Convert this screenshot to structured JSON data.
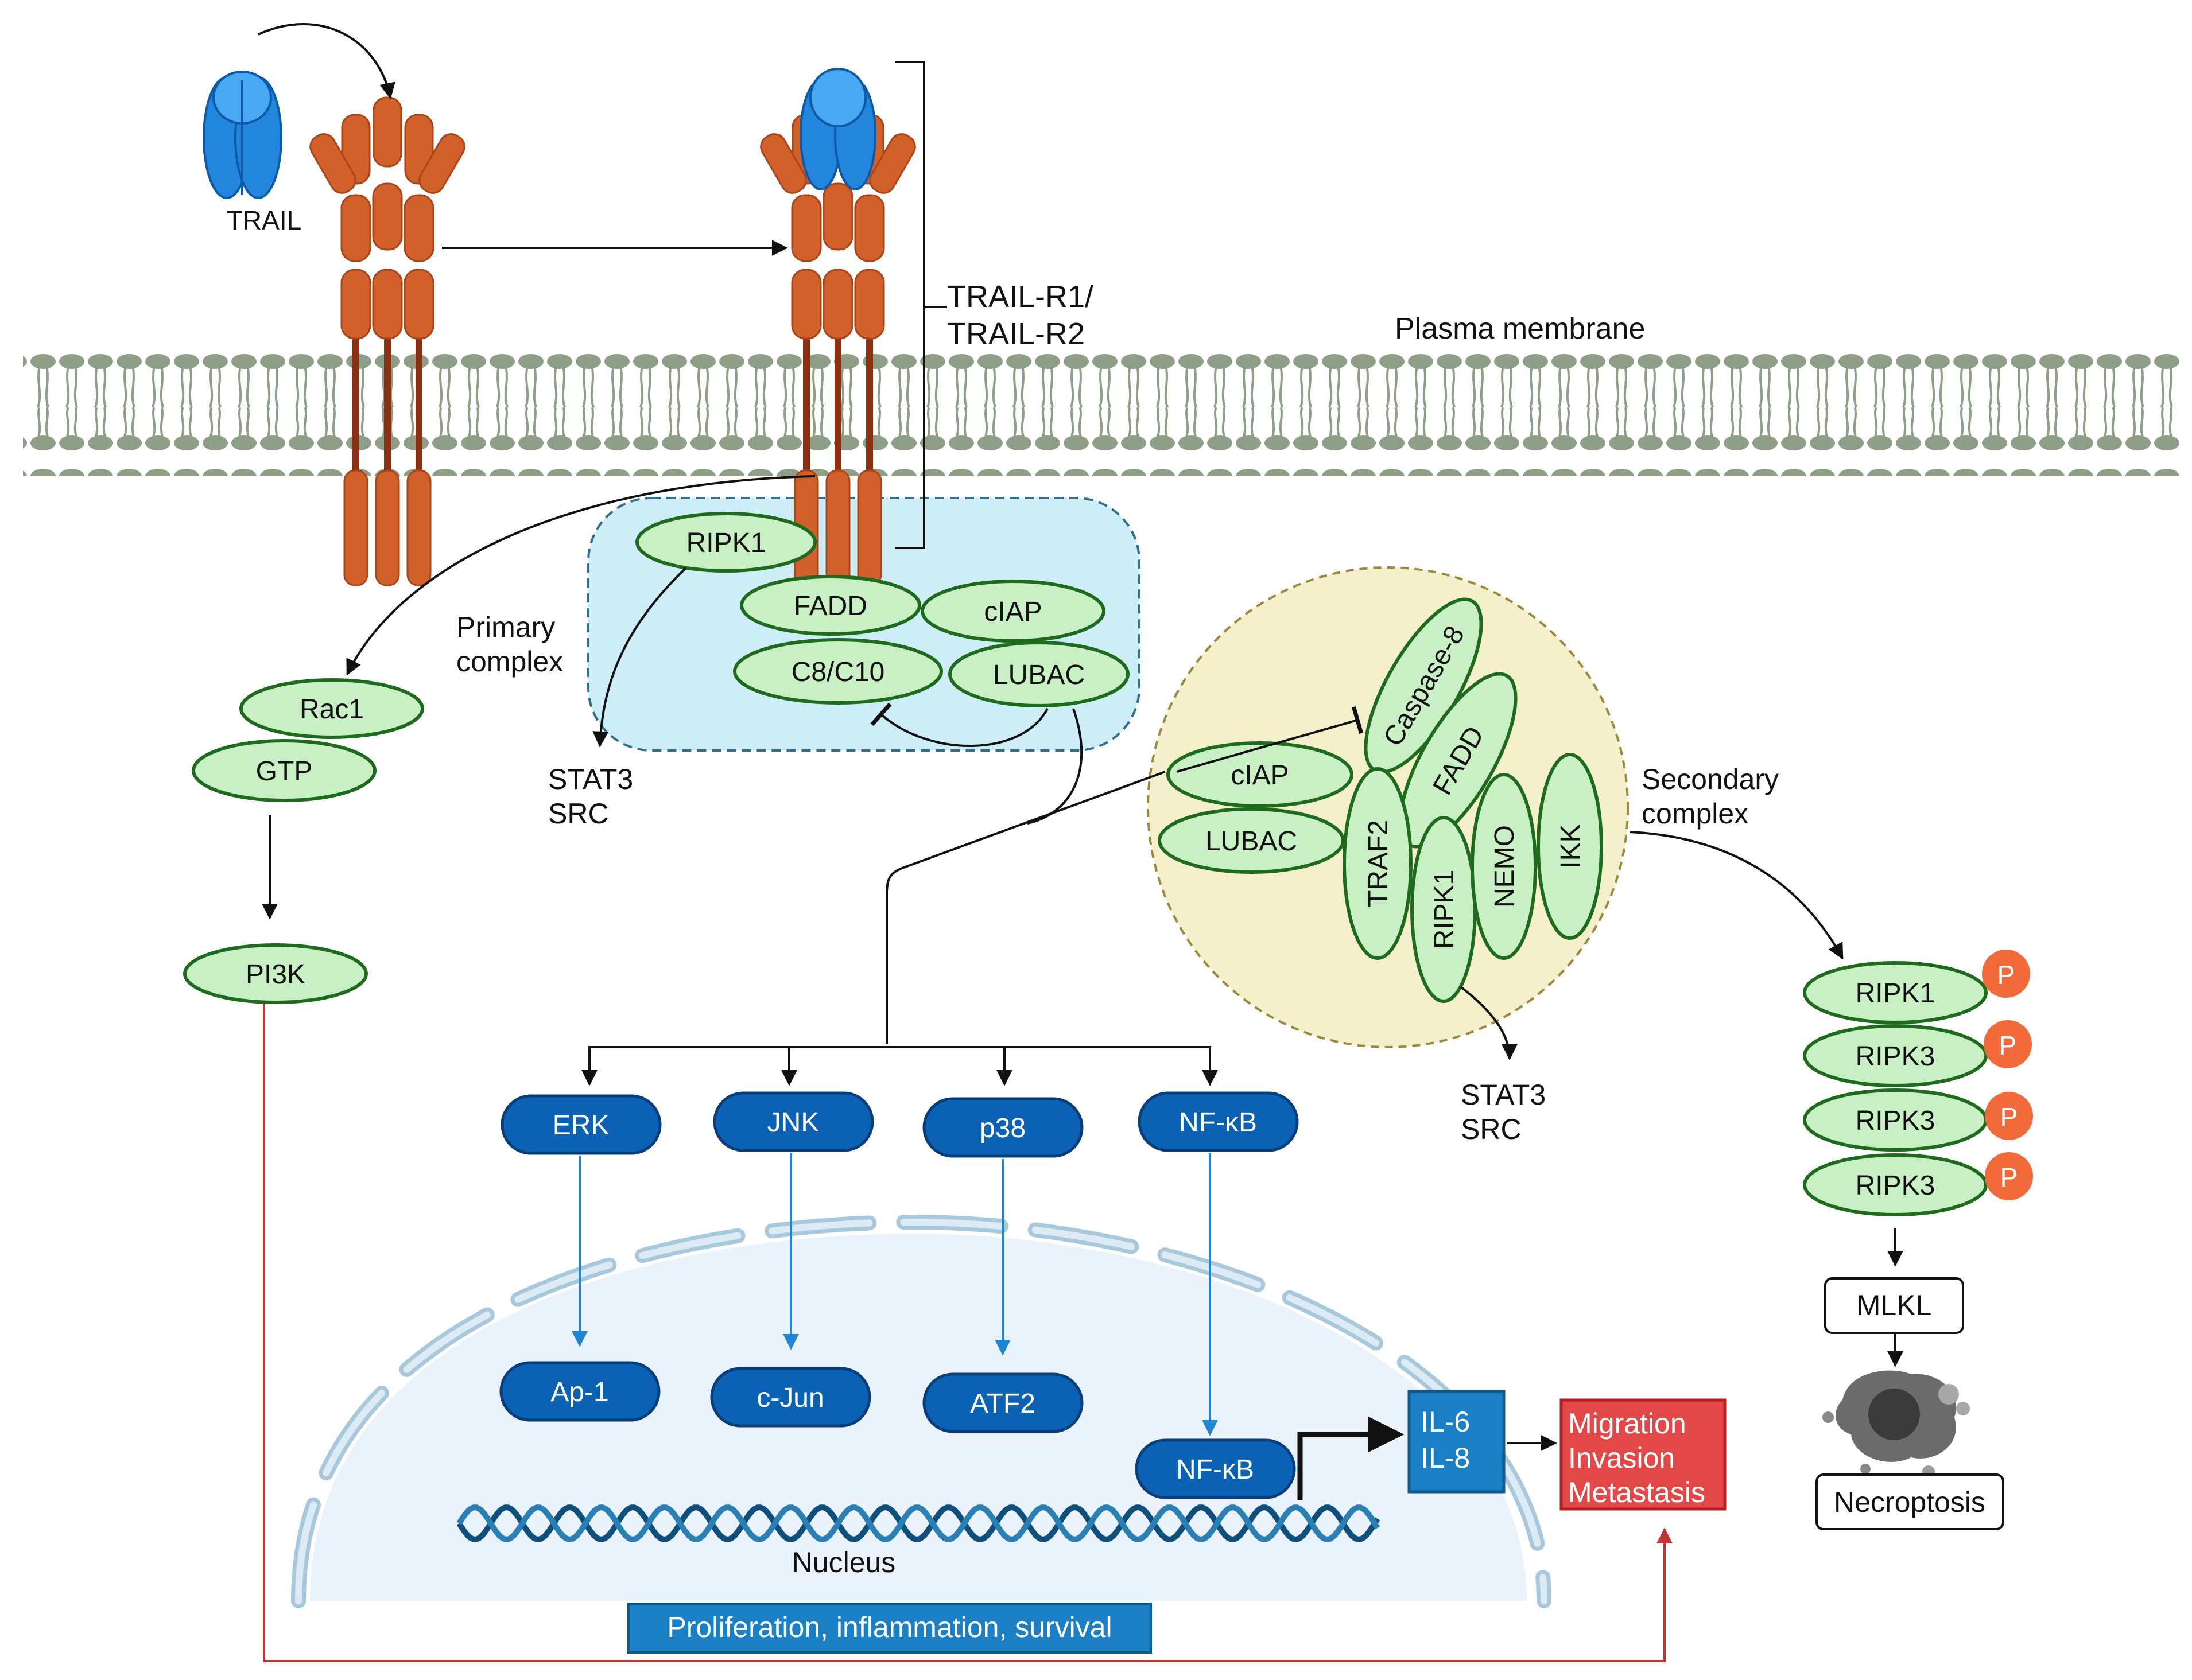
{
  "labels": {
    "trail": "TRAIL",
    "receptor": [
      "TRAIL-R1/",
      "TRAIL-R2"
    ],
    "membrane": "Plasma membrane",
    "primary_complex": [
      "Primary",
      "complex"
    ],
    "secondary_complex": [
      "Secondary",
      "complex"
    ],
    "stat3_src_1": [
      "STAT3",
      "SRC"
    ],
    "stat3_src_2": [
      "STAT3",
      "SRC"
    ],
    "nucleus": "Nucleus",
    "outcome_bar": "Proliferation, inflammation, survival",
    "il": [
      "IL-6",
      "IL-8"
    ],
    "migration": [
      "Migration",
      "Invasion",
      "Metastasis"
    ],
    "mlkl": "MLKL",
    "necroptosis": "Necroptosis",
    "phospho": "P"
  },
  "primary_complex_nodes": {
    "ripk1": "RIPK1",
    "fadd": "FADD",
    "ciap": "cIAP",
    "c8c10": "C8/C10",
    "lubac": "LUBAC"
  },
  "left_pathway": {
    "rac1": "Rac1",
    "gtp": "GTP",
    "pi3k": "PI3K"
  },
  "secondary_complex_nodes": {
    "ciap": "cIAP",
    "lubac": "LUBAC",
    "caspase8": "Caspase-8",
    "fadd": "FADD",
    "traf2": "TRAF2",
    "ripk1": "RIPK1",
    "nemo": "NEMO",
    "ikk": "IKK"
  },
  "kinases": {
    "erk": "ERK",
    "jnk": "JNK",
    "p38": "p38",
    "nfkb": "NF-κB"
  },
  "transcription_factors": {
    "ap1": "Ap-1",
    "cjun": "c-Jun",
    "atf2": "ATF2",
    "nfkb": "NF-κB"
  },
  "necroptosis_chain": [
    "RIPK1",
    "RIPK3",
    "RIPK3",
    "RIPK3"
  ],
  "colors": {
    "receptor": "#d2602a",
    "trail_blue": "#2287dc",
    "node_fill": "#c8f0c4",
    "node_stroke": "#1e6b1e",
    "kinase": "#0b61b3",
    "membrane": "#8a9a80",
    "primary_bg": "#cdeef6",
    "secondary_bg": "#f5f0cc",
    "nucleus_bg": "#eaf2fb",
    "phospho": "#f26a3a",
    "alert": "#e24848"
  }
}
